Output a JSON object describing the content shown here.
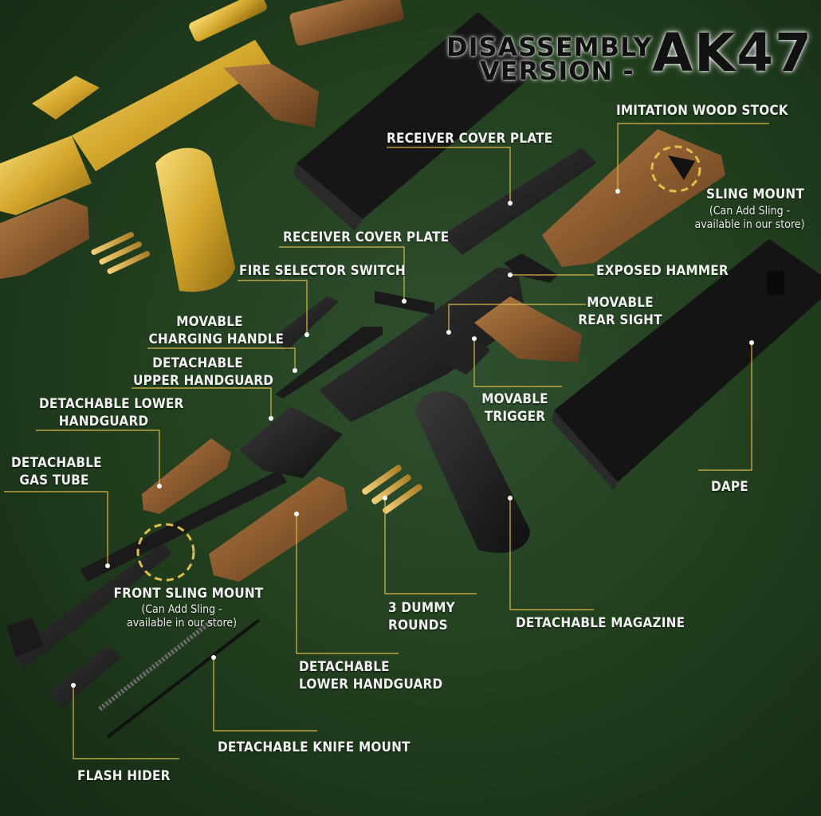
{
  "header": {
    "line1": "DISASSEMBLY",
    "line2": "VERSION -",
    "model": "AK47"
  },
  "colors": {
    "background": "#23401f",
    "callout_line": "#d9b84a",
    "label_text": "#f2f2f2",
    "gold": "#d4a72c",
    "wood": "#8a5a2e",
    "metal": "#1d1d1d"
  },
  "labels": {
    "imitation_wood_stock": "IMITATION WOOD STOCK",
    "sling_mount": "SLING MOUNT",
    "sling_mount_note": "(Can Add Sling -\navailable in our store)",
    "receiver_cover_plate_top": "RECEIVER COVER PLATE",
    "receiver_cover_plate_mid": "RECEIVER COVER PLATE",
    "fire_selector_switch": "FIRE SELECTOR SWITCH",
    "exposed_hammer": "EXPOSED HAMMER",
    "movable_rear_sight": "MOVABLE\nREAR SIGHT",
    "movable_charging_handle": "MOVABLE\nCHARGING HANDLE",
    "detachable_upper_handguard": "DETACHABLE\nUPPER HANDGUARD",
    "movable_trigger": "MOVABLE\nTRIGGER",
    "detachable_lower_handguard_left": "DETACHABLE LOWER\nHANDGUARD",
    "detachable_gas_tube": "DETACHABLE\nGAS TUBE",
    "dape": "DAPE",
    "front_sling_mount": "FRONT SLING MOUNT",
    "front_sling_mount_note": "(Can Add Sling -\navailable in our store)",
    "three_dummy_rounds": "3 DUMMY\nROUNDS",
    "detachable_magazine": "DETACHABLE MAGAZINE",
    "detachable_lower_handguard_bottom": "DETACHABLE\nLOWER HANDGUARD",
    "detachable_knife_mount": "DETACHABLE KNIFE MOUNT",
    "flash_hider": "FLASH HIDER"
  }
}
